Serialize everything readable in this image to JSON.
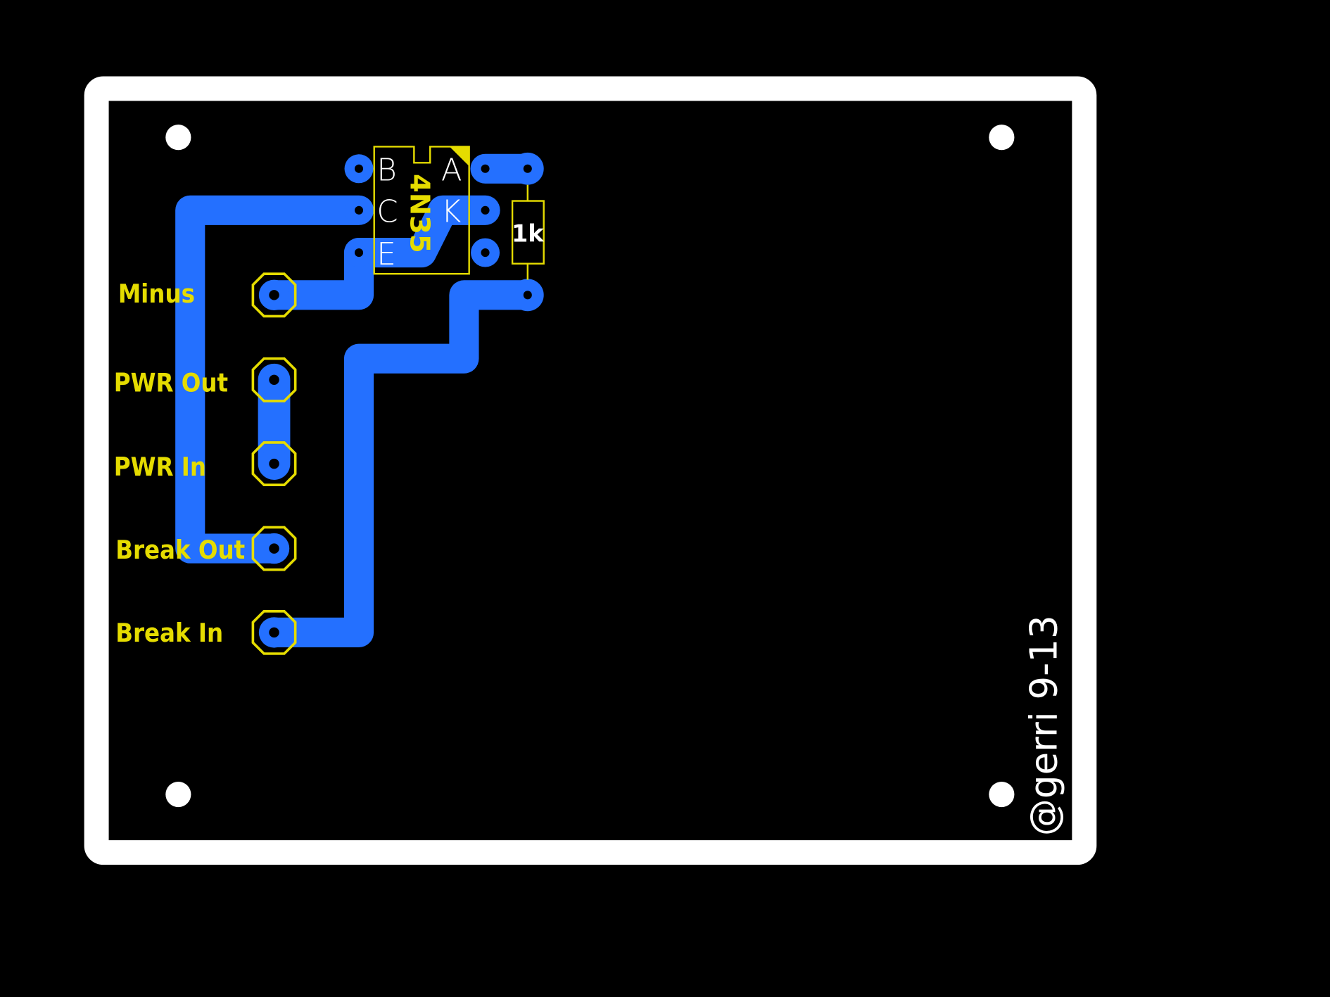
{
  "colors": {
    "background": "#000000",
    "outline": "#ffffff",
    "copper": "#2470ff",
    "silkscreen": "#e5dc00",
    "text": "#ffffff"
  },
  "ic": {
    "name": "4N35",
    "pins_left": [
      "B",
      "C",
      "E"
    ],
    "pins_right": [
      "A",
      "K"
    ]
  },
  "resistor": {
    "value": "1k"
  },
  "connectors": [
    "Minus",
    "PWR Out",
    "PWR In",
    "Break Out",
    "Break In"
  ],
  "signature": "@gerri 9-13"
}
